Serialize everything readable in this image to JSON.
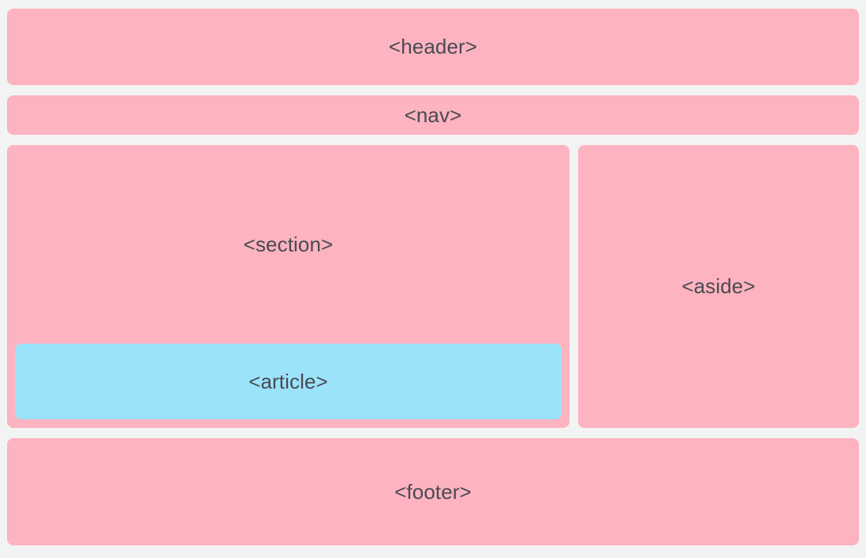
{
  "page": {
    "background_color": "#f2f4f4",
    "block_color": "#fdb3c0",
    "accent_block_color": "#9be3fa",
    "text_color": "#4a4a52"
  },
  "layout": {
    "header": {
      "label": "<header>"
    },
    "nav": {
      "label": "<nav>"
    },
    "section": {
      "label": "<section>"
    },
    "article": {
      "label": "<article>"
    },
    "aside": {
      "label": "<aside>"
    },
    "footer": {
      "label": "<footer>"
    }
  }
}
